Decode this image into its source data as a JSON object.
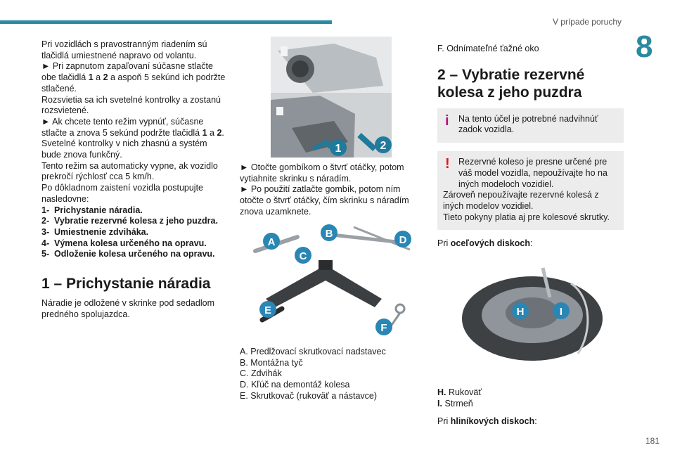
{
  "header": {
    "title": "V prípade poruchy",
    "chapter": "8",
    "page": "181"
  },
  "col1": {
    "paragraphs": [
      "Pri vozidlách s pravostranným riadením sú tlačidlá umiestnené napravo od volantu.",
      "► Pri zapnutom zapaľovaní súčasne stlačte obe tlačidlá 1 a 2 a aspoň 5 sekúnd ich podržte stlačené.",
      "Rozsvietia sa ich svetelné kontrolky a zostanú rozsvietené.",
      "► Ak chcete tento režim vypnúť, súčasne stlačte a znova 5 sekúnd podržte tlačidlá 1 a 2.",
      "Svetelné kontrolky v nich zhasnú a systém bude znova funkčný.",
      "Tento režim sa automaticky vypne, ak vozidlo prekročí rýchlosť cca 5 km/h.",
      "Po dôkladnom zaistení vozidla postupujte nasledovne:"
    ],
    "steps": [
      {
        "n": "1-",
        "t": "Prichystanie náradia."
      },
      {
        "n": "2-",
        "t": "Vybratie rezervné kolesa z jeho puzdra."
      },
      {
        "n": "3-",
        "t": "Umiestnenie zdviháka."
      },
      {
        "n": "4-",
        "t": "Výmena kolesa určeného na opravu."
      },
      {
        "n": "5-",
        "t": "Odloženie kolesa určeného na opravu."
      }
    ],
    "heading": "1 – Prichystanie náradia",
    "after": "Náradie je odložené v skrinke pod sedadlom predného spolujazdca."
  },
  "col2": {
    "callouts": [
      "1",
      "2"
    ],
    "p1": "► Otočte gombíkom o štvrť otáčky, potom vytiahnite skrinku s náradím.",
    "p2": "► Po použití zatlačte gombík, potom ním otočte o štvrť otáčky, čím skrinku s náradím znova uzamknete.",
    "tool_letters": [
      "A",
      "B",
      "C",
      "D",
      "E",
      "F"
    ],
    "tools": [
      "A. Predlžovací skrutkovací nadstavec",
      "B. Montážna tyč",
      "C. Zdvihák",
      "D. Kľúč na demontáž kolesa",
      "E. Skrutkovač (rukoväť a nástavce)"
    ]
  },
  "col3": {
    "f_item": "F. Odnímateľné ťažné oko",
    "heading": "2 – Vybratie rezervné kolesa z jeho puzdra",
    "info_note": "Na tento účel je potrebné nadvihnúť zadok vozidla.",
    "warn_first": "Rezervné koleso je presne určené pre váš model vozidla, nepoužívajte ho na iných modeloch vozidiel.",
    "warn_rest": [
      "Zároveň nepoužívajte rezervné kolesá z iných modelov vozidiel.",
      "Tieto pokyny platia aj pre kolesové skrutky."
    ],
    "steel_label": "Pri",
    "steel_bold": "oceľových diskoch",
    "wheel_letters": [
      "H",
      "I"
    ],
    "parts": [
      {
        "k": "H.",
        "v": "Rukoväť"
      },
      {
        "k": "I.",
        "v": "Strmeň"
      }
    ],
    "alu_label": "Pri",
    "alu_bold": "hliníkových diskoch"
  },
  "colors": {
    "accent": "#2a8a9f",
    "info": "#b8127d",
    "warn": "#e0171e",
    "note_bg": "#ececec"
  }
}
